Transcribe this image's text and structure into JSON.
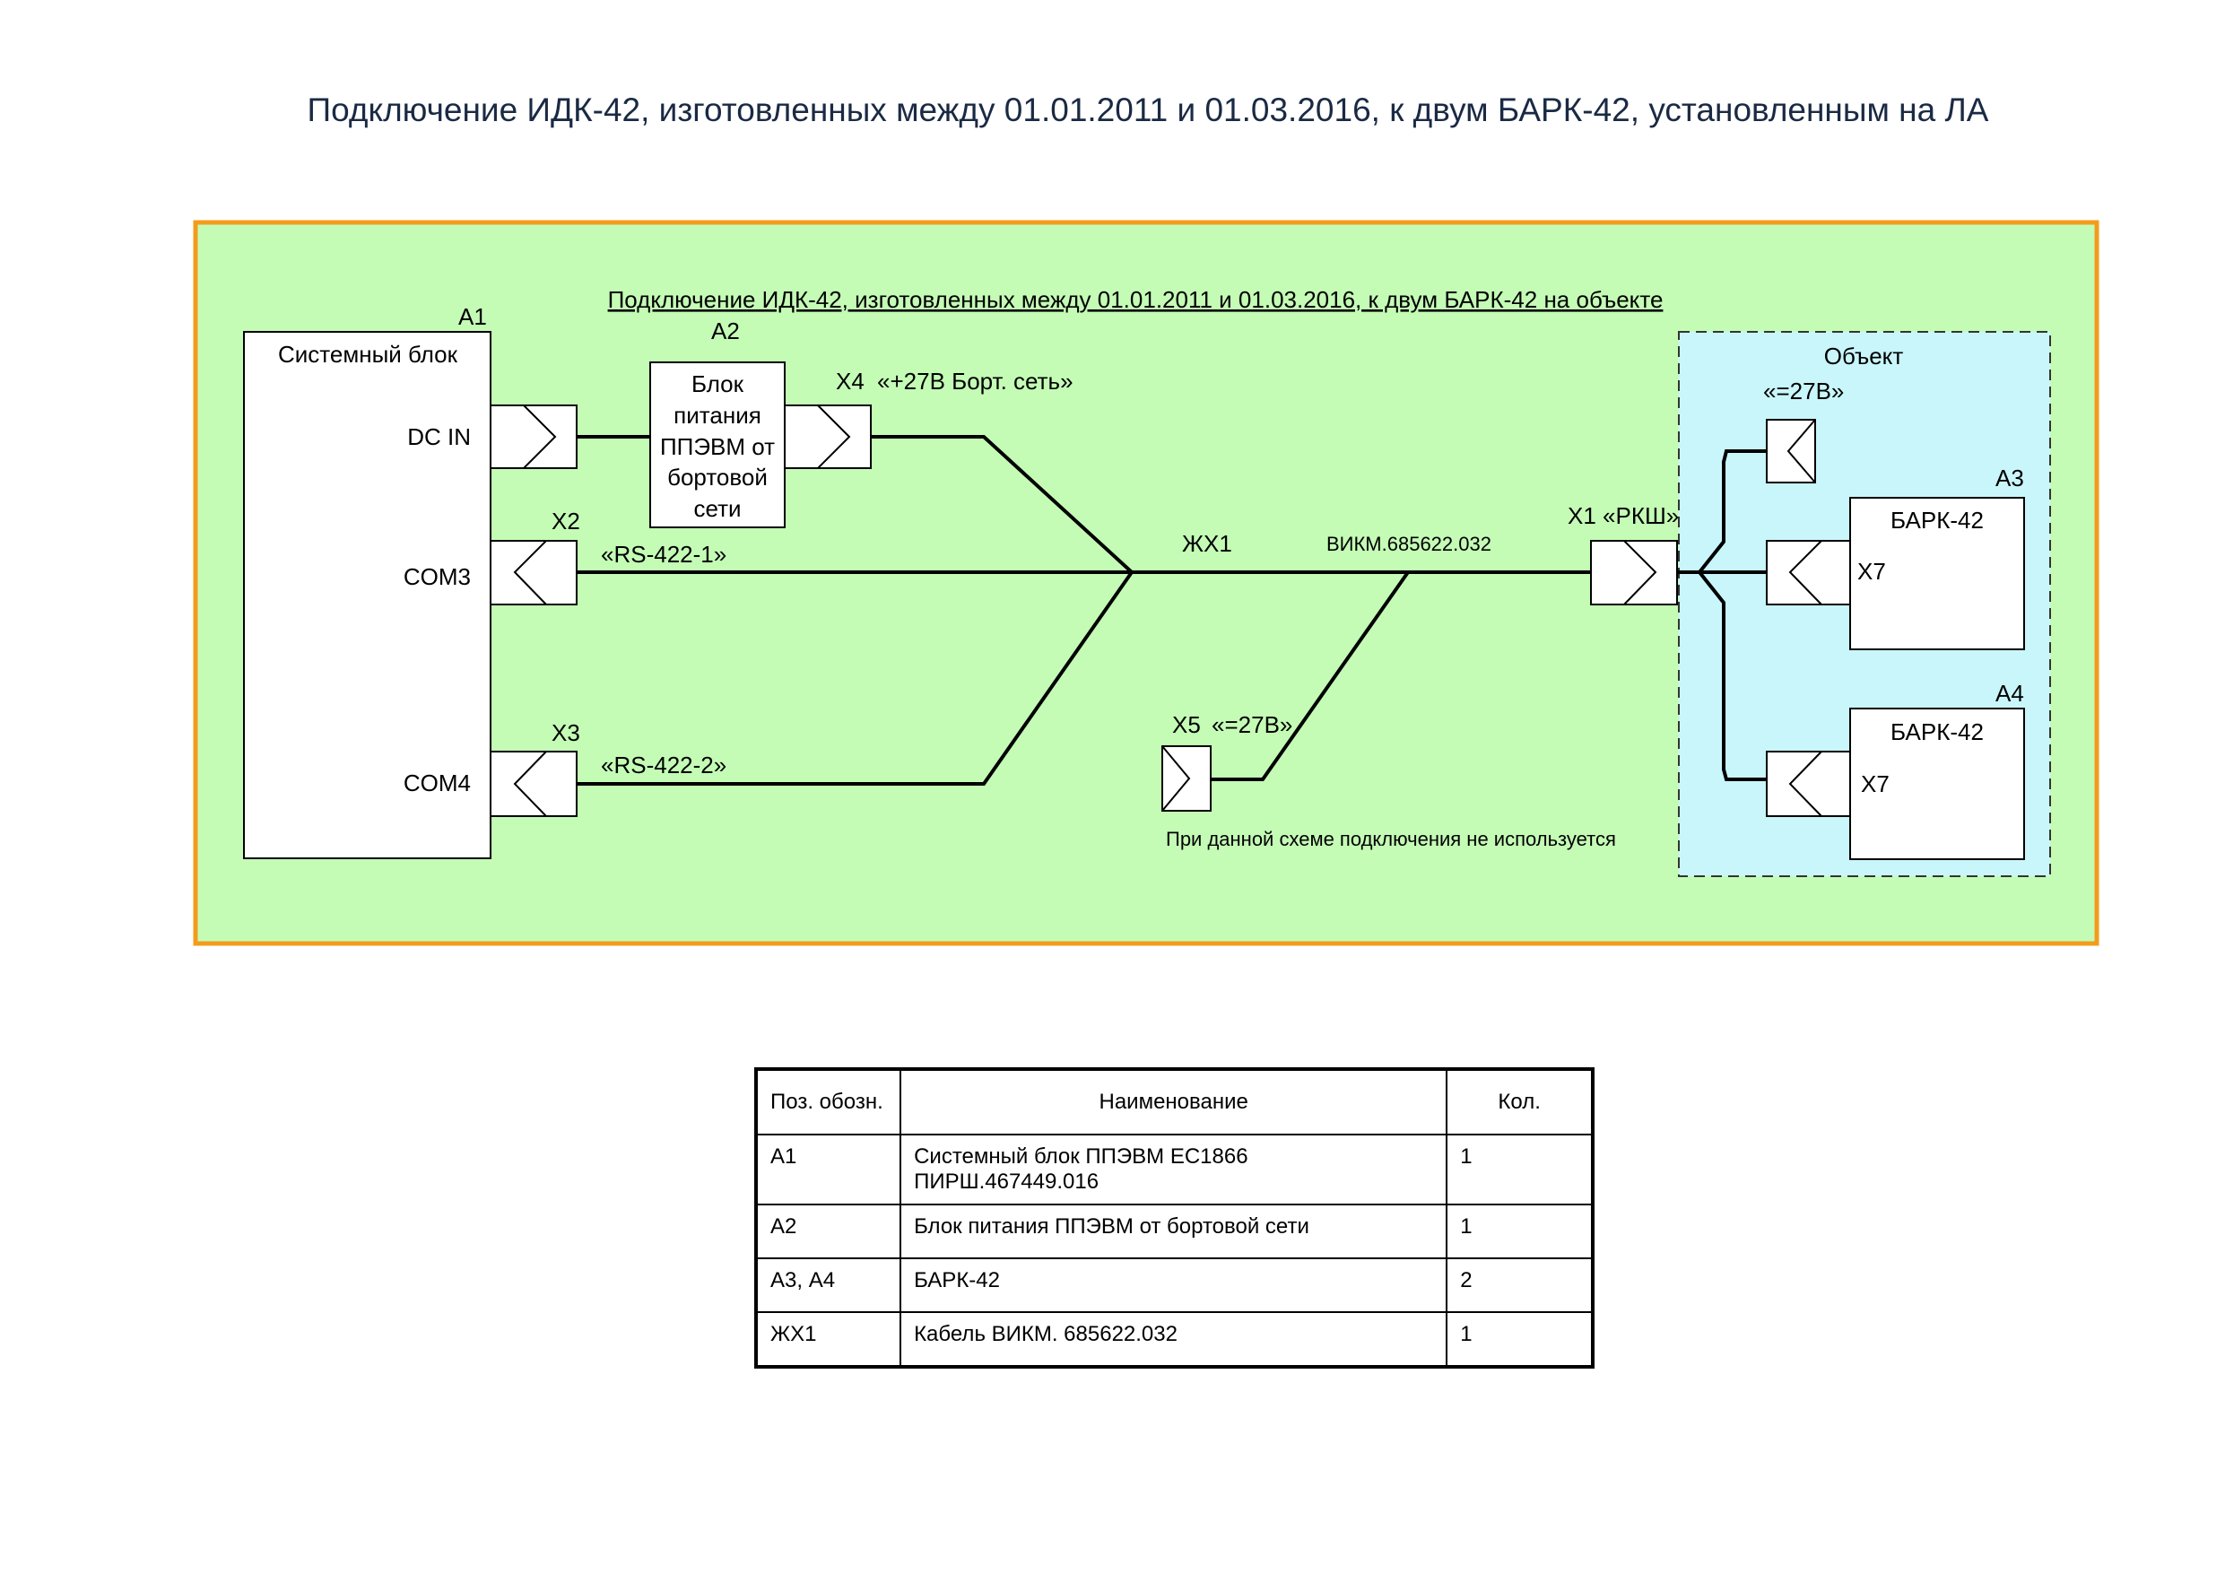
{
  "title": "Подключение ИДК-42, изготовленных между 01.01.2011 и 01.03.2016, к двум БАРК-42, установленным на ЛА",
  "diagram": {
    "subtitle": "Подключение ИДК-42, изготовленных между 01.01.2011 и 01.03.2016, к двум БАРК-42 на объекте",
    "colors": {
      "panel_fill": "#c4fcb6",
      "panel_border": "#f39c1c",
      "object_fill": "#c9f6fb"
    },
    "a1": {
      "ref": "А1",
      "title": "Системный блок",
      "ports": [
        "DC IN",
        "COM3",
        "COM4"
      ]
    },
    "a2": {
      "ref": "А2",
      "lines": [
        "Блок",
        "питания",
        "ППЭВМ  от",
        "бортовой",
        "сети"
      ]
    },
    "x2": "Х2",
    "x3": "Х3",
    "x4": {
      "ref": "Х4",
      "label": "«+27В Борт. сеть»"
    },
    "rs1": "«RS-422-1»",
    "rs2": "«RS-422-2»",
    "cable": {
      "ref": "ЖХ1",
      "code": "ВИКМ.685622.032"
    },
    "x5": {
      "ref": "Х5",
      "label": "«=27В»",
      "note": "При данной схеме подключения  не используется"
    },
    "x1": "Х1 «РКШ»",
    "object": {
      "title": "Объект",
      "power": "«=27В»",
      "a3": {
        "ref": "А3",
        "name": "БАРК-42",
        "port": "Х7"
      },
      "a4": {
        "ref": "А4",
        "name": "БАРК-42",
        "port": "Х7"
      }
    }
  },
  "table": {
    "headers": [
      "Поз. обозн.",
      "Наименование",
      "Кол."
    ],
    "rows": [
      {
        "pos": "А1",
        "name_line1": "Системный блок ППЭВМ ЕС1866",
        "name_line2": "ПИРШ.467449.016",
        "qty": "1"
      },
      {
        "pos": "А2",
        "name_line1": "Блок питания ППЭВМ от бортовой сети",
        "qty": "1"
      },
      {
        "pos": "А3, А4",
        "name_line1": "БАРК-42",
        "qty": "2"
      },
      {
        "pos": "ЖХ1",
        "name_line1": "Кабель  ВИКМ. 685622.032",
        "qty": "1"
      }
    ]
  }
}
